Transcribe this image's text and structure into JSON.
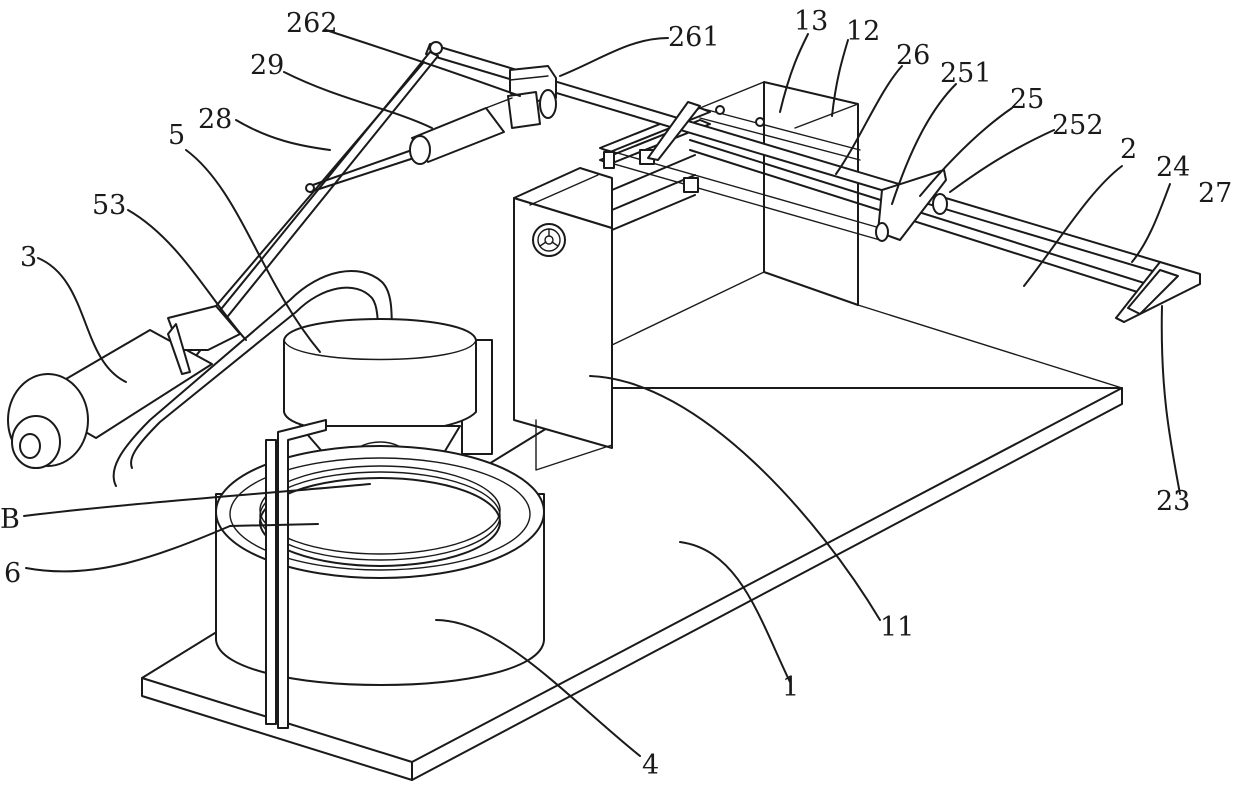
{
  "labels": {
    "l262": "262",
    "l261": "261",
    "l13": "13",
    "l12": "12",
    "l29": "29",
    "l26": "26",
    "l251": "251",
    "l25": "25",
    "l28": "28",
    "l252": "252",
    "l5": "5",
    "l2": "2",
    "l24": "24",
    "l27": "27",
    "l53": "53",
    "l3": "3",
    "lB": "B",
    "l6": "6",
    "l23": "23",
    "l11": "11",
    "l1": "1",
    "l4": "4"
  }
}
